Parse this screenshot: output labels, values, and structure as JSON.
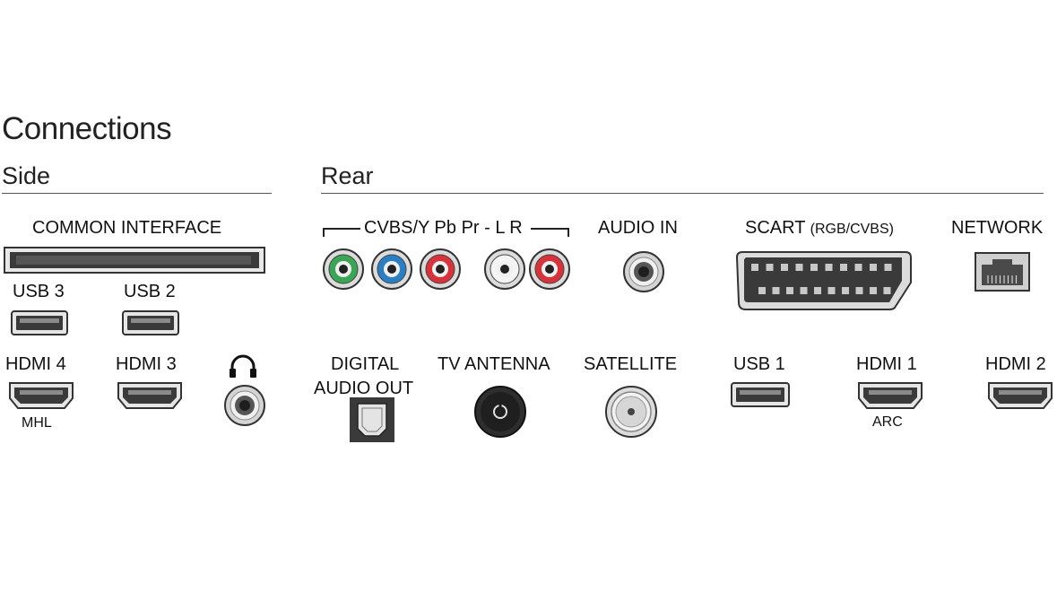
{
  "title": "Connections",
  "sections": {
    "side": "Side",
    "rear": "Rear"
  },
  "side": {
    "common_interface": "COMMON INTERFACE",
    "usb3": "USB 3",
    "usb2": "USB 2",
    "hdmi4": "HDMI 4",
    "hdmi4_sub": "MHL",
    "hdmi3": "HDMI 3",
    "headphone_icon": "headphones-icon"
  },
  "rear": {
    "cvbs_group": "CVBS/Y Pb Pr - L R",
    "audio_in": "AUDIO IN",
    "scart": "SCART",
    "scart_sub": "(RGB/CVBS)",
    "network": "NETWORK",
    "digital_audio_out_1": "DIGITAL",
    "digital_audio_out_2": "AUDIO OUT",
    "tv_antenna": "TV ANTENNA",
    "satellite": "SATELLITE",
    "usb1": "USB 1",
    "hdmi1": "HDMI 1",
    "hdmi1_sub": "ARC",
    "hdmi2": "HDMI 2"
  },
  "colors": {
    "rca_green": "#3aa655",
    "rca_blue": "#2a7fc4",
    "rca_red": "#d8323a",
    "rca_white": "#f4f4f4",
    "port_dark": "#333333",
    "port_light": "#e6e6e6"
  }
}
